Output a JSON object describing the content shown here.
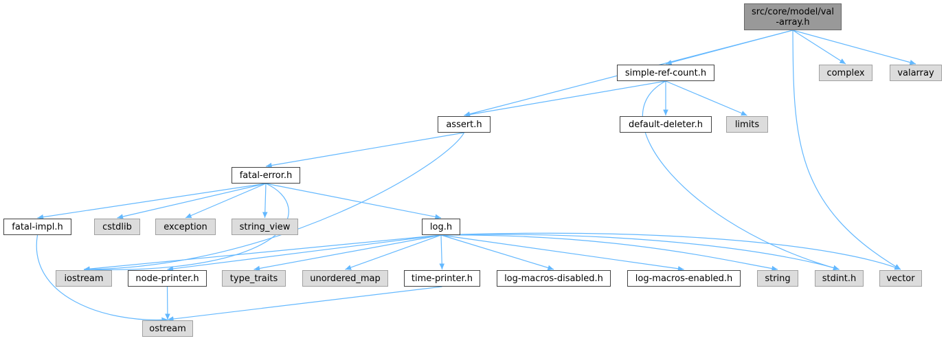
{
  "graph": {
    "edge_color": "#63b8ff",
    "nodes": {
      "root": {
        "label": "src/core/model/val\n-array.h",
        "kind": "root"
      },
      "simple_ref_count": {
        "label": "simple-ref-count.h",
        "kind": "local"
      },
      "complex": {
        "label": "complex",
        "kind": "system"
      },
      "valarray": {
        "label": "valarray",
        "kind": "system"
      },
      "assert": {
        "label": "assert.h",
        "kind": "local"
      },
      "default_deleter": {
        "label": "default-deleter.h",
        "kind": "local"
      },
      "limits": {
        "label": "limits",
        "kind": "system"
      },
      "fatal_error": {
        "label": "fatal-error.h",
        "kind": "local"
      },
      "fatal_impl": {
        "label": "fatal-impl.h",
        "kind": "local"
      },
      "cstdlib": {
        "label": "cstdlib",
        "kind": "system"
      },
      "exception": {
        "label": "exception",
        "kind": "system"
      },
      "string_view": {
        "label": "string_view",
        "kind": "system"
      },
      "log": {
        "label": "log.h",
        "kind": "local"
      },
      "iostream": {
        "label": "iostream",
        "kind": "system"
      },
      "node_printer": {
        "label": "node-printer.h",
        "kind": "local"
      },
      "type_traits": {
        "label": "type_traits",
        "kind": "system"
      },
      "unordered_map": {
        "label": "unordered_map",
        "kind": "system"
      },
      "time_printer": {
        "label": "time-printer.h",
        "kind": "local"
      },
      "log_macros_disabled": {
        "label": "log-macros-disabled.h",
        "kind": "local"
      },
      "log_macros_enabled": {
        "label": "log-macros-enabled.h",
        "kind": "local"
      },
      "string": {
        "label": "string",
        "kind": "system"
      },
      "stdint": {
        "label": "stdint.h",
        "kind": "system"
      },
      "vector": {
        "label": "vector",
        "kind": "system"
      },
      "ostream": {
        "label": "ostream",
        "kind": "system"
      }
    },
    "edges": [
      [
        "root",
        "simple_ref_count"
      ],
      [
        "root",
        "assert"
      ],
      [
        "root",
        "complex"
      ],
      [
        "root",
        "valarray"
      ],
      [
        "root",
        "vector"
      ],
      [
        "simple_ref_count",
        "assert"
      ],
      [
        "simple_ref_count",
        "default_deleter"
      ],
      [
        "simple_ref_count",
        "limits"
      ],
      [
        "simple_ref_count",
        "stdint"
      ],
      [
        "assert",
        "fatal_error"
      ],
      [
        "assert",
        "iostream"
      ],
      [
        "fatal_error",
        "fatal_impl"
      ],
      [
        "fatal_error",
        "cstdlib"
      ],
      [
        "fatal_error",
        "exception"
      ],
      [
        "fatal_error",
        "string_view"
      ],
      [
        "fatal_error",
        "log"
      ],
      [
        "fatal_error",
        "iostream"
      ],
      [
        "fatal_impl",
        "ostream"
      ],
      [
        "log",
        "iostream"
      ],
      [
        "log",
        "node_printer"
      ],
      [
        "log",
        "type_traits"
      ],
      [
        "log",
        "unordered_map"
      ],
      [
        "log",
        "time_printer"
      ],
      [
        "log",
        "log_macros_disabled"
      ],
      [
        "log",
        "log_macros_enabled"
      ],
      [
        "log",
        "string"
      ],
      [
        "log",
        "stdint"
      ],
      [
        "log",
        "vector"
      ],
      [
        "node_printer",
        "ostream"
      ],
      [
        "time_printer",
        "ostream"
      ]
    ]
  }
}
